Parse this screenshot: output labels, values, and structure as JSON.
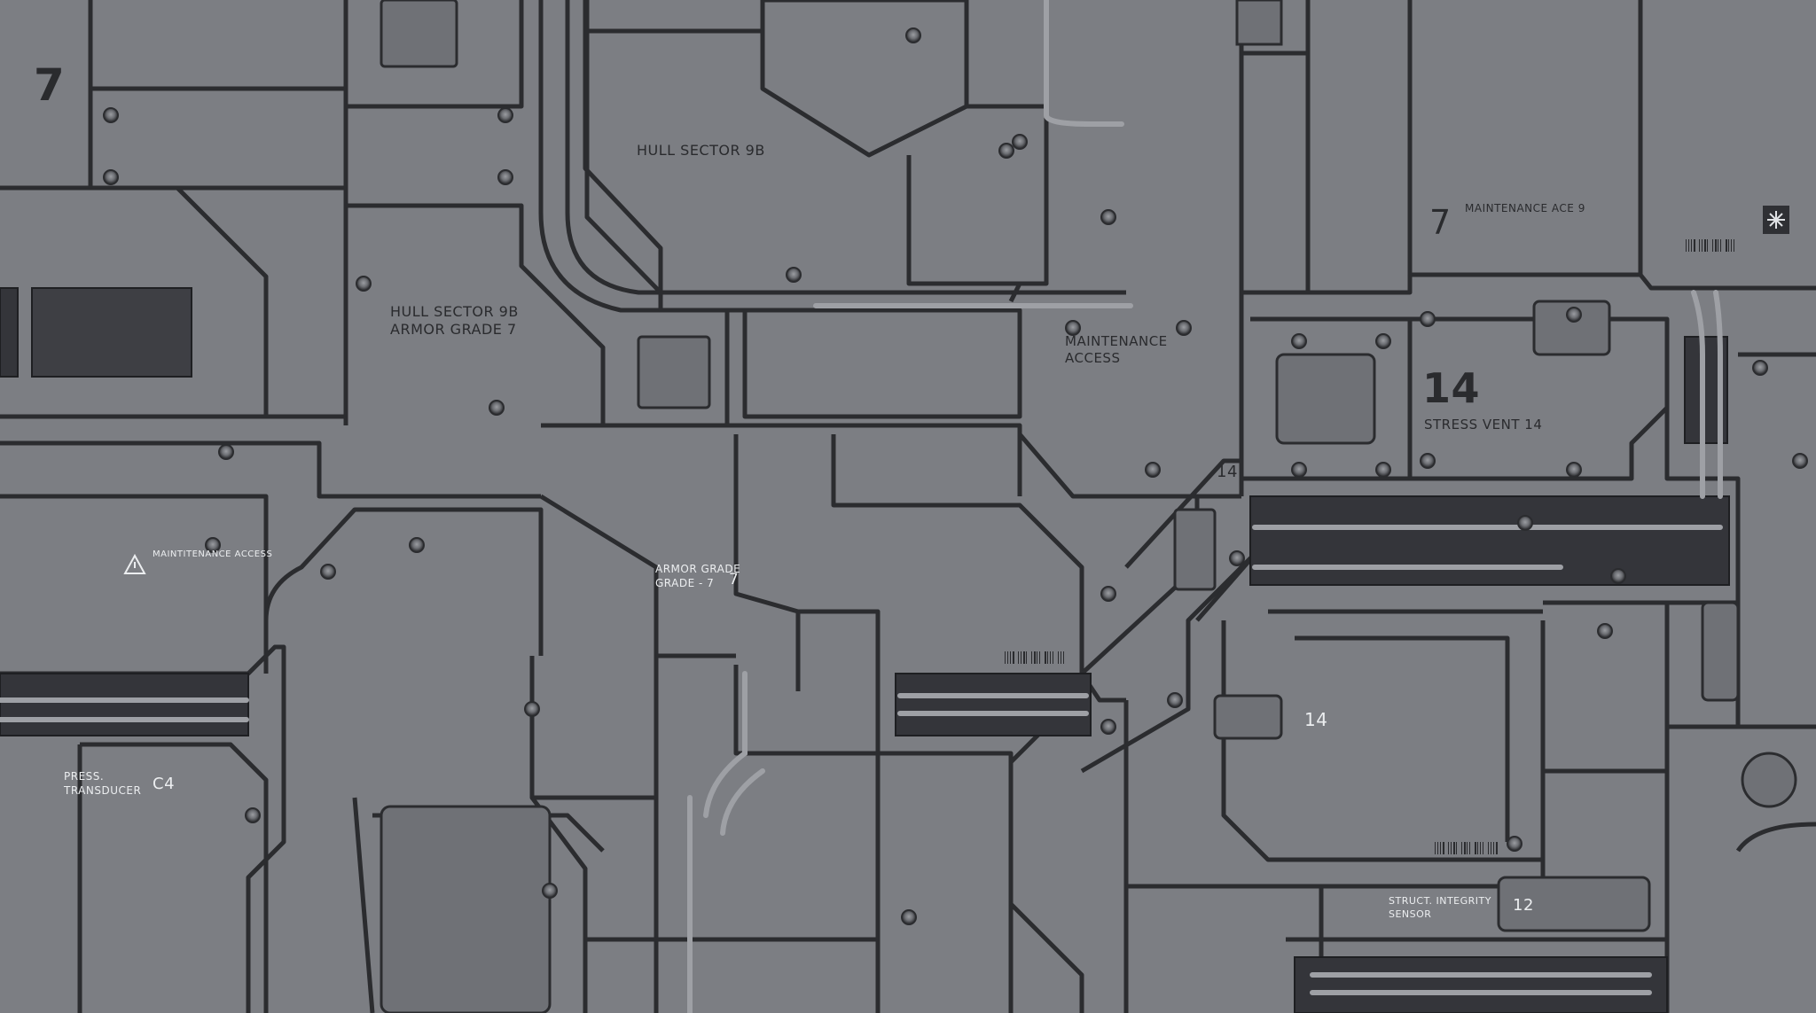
{
  "colors": {
    "panel": "#7c7e83",
    "seam": "#2b2c2f",
    "highlight": "#a4a6ab",
    "dark_label": "#2a2b2e",
    "light_label": "#eceef0"
  },
  "labels": {
    "corner_number": "7",
    "hull_sector_top": "HULL SECTOR 9B",
    "hull_sector_left_1": "HULL SECTOR 9B",
    "hull_sector_left_2": "ARMOR GRADE 7",
    "maintenance_access_1": "MAINTENANCE",
    "maintenance_access_2": "ACCESS",
    "maintenance_access_small_number": "14",
    "stress_vent_number": "14",
    "stress_vent_label": "STRESS VENT 14",
    "maintenance_ace_title": "MAINTENANCE ACE 9",
    "maintenance_ace_number": "7",
    "warning_label": "MAINTITENANCE ACCESS",
    "armor_grade_1": "ARMOR GRADE",
    "armor_grade_2": "GRADE - 7",
    "armor_grade_number": "7",
    "press_transducer_1": "PRESS.",
    "press_transducer_2": "TRANSDUCER",
    "press_transducer_code": "C4",
    "hatch_number": "14",
    "struct_integrity_1": "STRUCT. INTEGRITY",
    "struct_integrity_2": "SENSOR",
    "struct_integrity_number": "12"
  },
  "icons": [
    "warning-triangle-icon",
    "barcode-icon",
    "radiation-symbol-icon",
    "bolt-icon"
  ]
}
